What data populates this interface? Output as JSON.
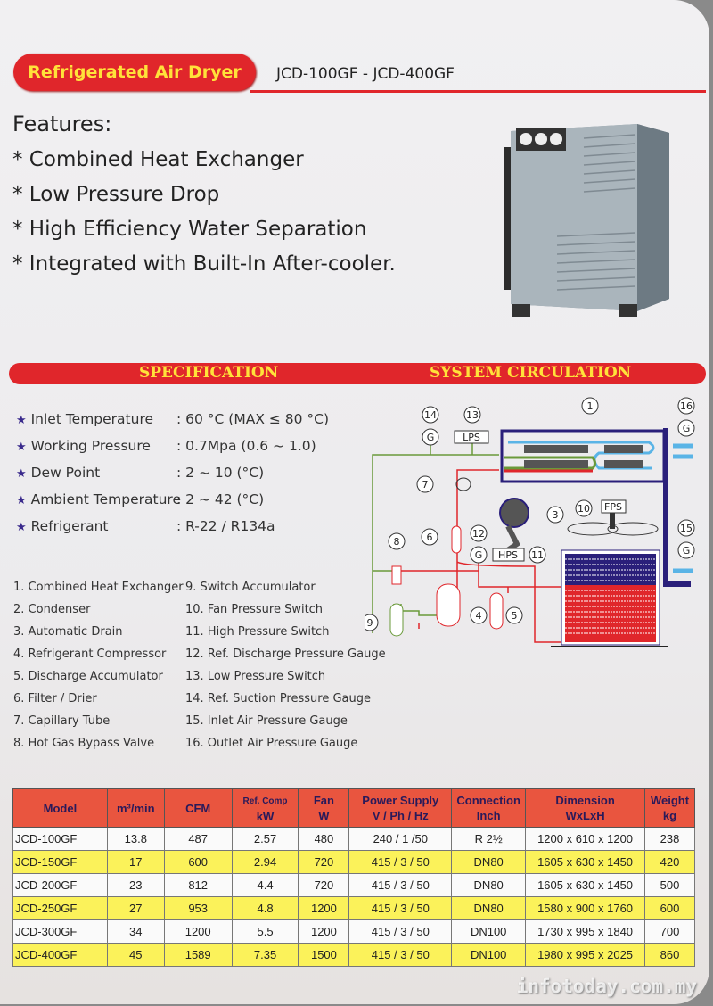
{
  "header": {
    "title": "Refrigerated Air Dryer",
    "models": "JCD-100GF - JCD-400GF"
  },
  "features": {
    "heading": "Features:",
    "items": [
      "* Combined Heat Exchanger",
      "* Low Pressure Drop",
      "* High Efficiency Water Separation",
      "* Integrated with Built-In After-cooler."
    ]
  },
  "sections": {
    "spec": "SPECIFICATION",
    "circ": "SYSTEM CIRCULATION"
  },
  "specs": [
    {
      "label": "Inlet Temperature",
      "value": ": 60 °C (MAX ≤ 80 °C)"
    },
    {
      "label": "Working Pressure",
      "value": ": 0.7Mpa (0.6 ~ 1.0)"
    },
    {
      "label": "Dew Point",
      "value": ": 2 ~ 10 (°C)"
    },
    {
      "label": "Ambient Temperature",
      "value": ": 2 ~ 42 (°C)"
    },
    {
      "label": "Refrigerant",
      "value": ": R-22 / R134a"
    }
  ],
  "legend": [
    "1. Combined Heat Exchanger",
    "2. Condenser",
    "3. Automatic Drain",
    "4. Refrigerant Compressor",
    "5. Discharge Accumulator",
    "6. Filter / Drier",
    "7. Capillary Tube",
    "8. Hot Gas Bypass Valve",
    "9. Switch Accumulator",
    "10. Fan Pressure Switch",
    "11. High Pressure Switch",
    "12. Ref. Discharge Pressure Gauge",
    "13. Low Pressure Switch",
    "14. Ref. Suction Pressure Gauge",
    "15. Inlet Air Pressure Gauge",
    "16. Outlet Air Pressure Gauge"
  ],
  "diagram": {
    "n1": "1",
    "n3": "3",
    "n4": "4",
    "n5": "5",
    "n6": "6",
    "n7": "7",
    "n8": "8",
    "n9": "9",
    "n10": "10",
    "n11": "11",
    "n12": "12",
    "n13": "13",
    "n14": "14",
    "n15": "15",
    "n16": "16",
    "g": "G",
    "lps": "LPS",
    "hps": "HPS",
    "fps": "FPS"
  },
  "table": {
    "headers": [
      "Model",
      "m³/min",
      "CFM",
      "Ref. Comp",
      "kW",
      "Fan",
      "W",
      "Power Supply",
      "V / Ph / Hz",
      "Connection",
      "Inch",
      "Dimension",
      "WxLxH",
      "Weight",
      "kg"
    ],
    "rows": [
      [
        "JCD-100GF",
        "13.8",
        "487",
        "2.57",
        "480",
        "240 / 1 /50",
        "R 2½",
        "1200 x 610 x 1200",
        "238"
      ],
      [
        "JCD-150GF",
        "17",
        "600",
        "2.94",
        "720",
        "415 / 3 / 50",
        "DN80",
        "1605 x 630 x 1450",
        "420"
      ],
      [
        "JCD-200GF",
        "23",
        "812",
        "4.4",
        "720",
        "415 / 3 / 50",
        "DN80",
        "1605 x 630 x 1450",
        "500"
      ],
      [
        "JCD-250GF",
        "27",
        "953",
        "4.8",
        "1200",
        "415 / 3 / 50",
        "DN80",
        "1580 x 900 x 1760",
        "600"
      ],
      [
        "JCD-300GF",
        "34",
        "1200",
        "5.5",
        "1200",
        "415 / 3 / 50",
        "DN100",
        "1730 x 995 x 1840",
        "700"
      ],
      [
        "JCD-400GF",
        "45",
        "1589",
        "7.35",
        "1500",
        "415 / 3 / 50",
        "DN100",
        "1980 x 995 x 2025",
        "860"
      ]
    ]
  },
  "watermark": "infotoday.com.my"
}
